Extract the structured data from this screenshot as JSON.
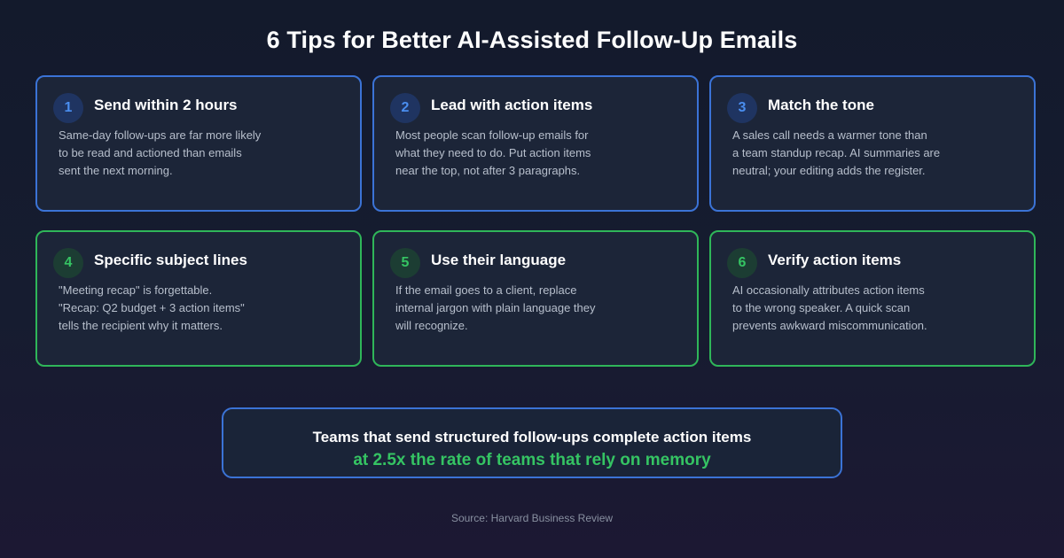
{
  "title": "6 Tips for Better AI-Assisted Follow-Up Emails",
  "colors": {
    "background": "#141a2d",
    "card": "#1c2538",
    "blue_accent": "#3b73d6",
    "green_accent": "#2fb659",
    "highlight_text": "#35c463"
  },
  "tips": [
    {
      "number": "1",
      "title": "Send within 2 hours",
      "lines": [
        "Same-day follow-ups are far more likely",
        "to be read and actioned than emails",
        "sent the next morning."
      ]
    },
    {
      "number": "2",
      "title": "Lead with action items",
      "lines": [
        "Most people scan follow-up emails for",
        "what they need to do. Put action items",
        "near the top, not after 3 paragraphs."
      ]
    },
    {
      "number": "3",
      "title": "Match the tone",
      "lines": [
        "A sales call needs a warmer tone than",
        "a team standup recap. AI summaries are",
        "neutral; your editing adds the register."
      ]
    },
    {
      "number": "4",
      "title": "Specific subject lines",
      "lines": [
        "\"Meeting recap\" is forgettable.",
        "\"Recap: Q2 budget + 3 action items\"",
        "tells the recipient why it matters."
      ]
    },
    {
      "number": "5",
      "title": "Use their language",
      "lines": [
        "If the email goes to a client, replace",
        "internal jargon with plain language they",
        "will recognize."
      ]
    },
    {
      "number": "6",
      "title": "Verify action items",
      "lines": [
        "AI occasionally attributes action items",
        "to the wrong speaker. A quick scan",
        "prevents awkward miscommunication."
      ]
    }
  ],
  "stat": {
    "line1": "Teams that send structured follow-ups complete action items",
    "line2": "at 2.5x the rate of teams that rely on memory"
  },
  "source": "Source: Harvard Business Review"
}
